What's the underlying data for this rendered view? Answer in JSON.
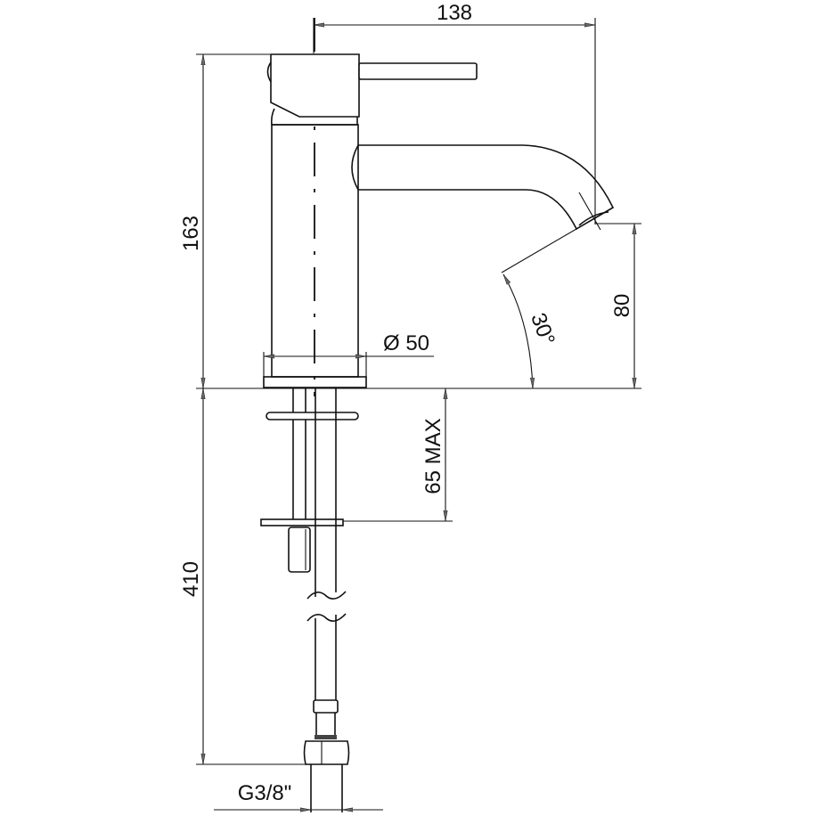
{
  "dimensions": {
    "overall_width": "138",
    "overall_height": "163",
    "spout_height": "80",
    "spout_angle": "30°",
    "base_diameter": "Ø 50",
    "max_deck_thickness": "65 MAX",
    "hose_length": "410",
    "connection_thread": "G3/8\""
  },
  "colors": {
    "line": "#111111",
    "background": "#ffffff"
  }
}
